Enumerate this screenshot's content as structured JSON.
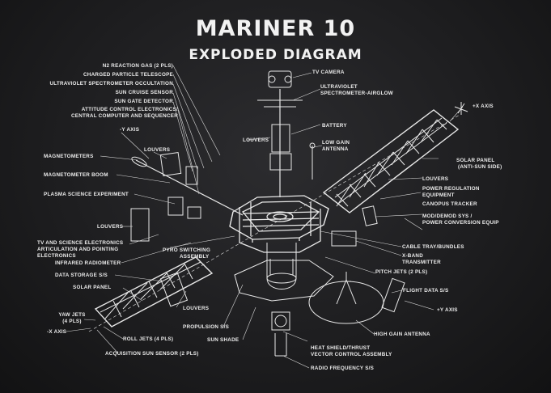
{
  "title": "MARINER 10",
  "subtitle": "EXPLODED DIAGRAM",
  "labels": {
    "n2_gas": "N2 REACTION GAS (2 PLS)",
    "charged_particle": "CHARGED PARTICLE TELESCOPE",
    "uv_occultation": "ULTRAVIOLET SPECTROMETER OCCULTATION",
    "sun_cruise": "SUN CRUISE SENSOR",
    "sun_gate": "SUN GATE DETECTOR",
    "attitude_control": "ATTITUDE CONTROL ELECTRONICS/",
    "central_computer": "CENTRAL COMPUTER AND SEQUENCER",
    "neg_y_axis": "-Y AXIS",
    "louvers_top_left": "LOUVERS",
    "magnetometers": "MAGNETOMETERS",
    "magnetometer_boom": "MAGNETOMETER BOOM",
    "plasma_science": "PLASMA SCIENCE EXPERIMENT",
    "louvers_left": "LOUVERS",
    "tv_science_1": "TV AND SCIENCE ELECTRONICS",
    "tv_science_2": "ARTICULATION AND POINTING",
    "tv_science_3": "ELECTRONICS",
    "infrared": "INFRARED RADIOMETER",
    "pyro_1": "PYRO SWITCHING",
    "pyro_2": "ASSEMBLY",
    "data_storage": "DATA STORAGE S/S",
    "solar_panel_left": "SOLAR PANEL",
    "louvers_bottom": "LOUVERS",
    "yaw_jets_1": "YAW JETS",
    "yaw_jets_2": "(4 PLS)",
    "neg_x_axis": "-X AXIS",
    "roll_jets": "ROLL JETS (4 PLS)",
    "acquisition": "ACQUISITION SUN SENSOR (2 PLS)",
    "propulsion": "PROPULSION S/S",
    "sun_shade": "SUN SHADE",
    "heat_shield_1": "HEAT SHIELD/THRUST",
    "heat_shield_2": "VECTOR CONTROL ASSEMBLY",
    "radio_freq": "RADIO FREQUENCY S/S",
    "tv_camera": "TV CAMERA",
    "uv_airglow_1": "ULTRAVIOLET",
    "uv_airglow_2": "SPECTROMETER-AIRGLOW",
    "louvers_center": "LOUVERS",
    "battery": "BATTERY",
    "low_gain_1": "LOW GAIN",
    "low_gain_2": "ANTENNA",
    "pos_x_axis": "+X AXIS",
    "solar_panel_right_1": "SOLAR PANEL",
    "solar_panel_right_2": "(ANTI-SUN SIDE)",
    "louvers_right": "LOUVERS",
    "power_reg_1": "POWER REGULATION",
    "power_reg_2": "EQUIPMENT",
    "canopus": "CANOPUS TRACKER",
    "moddemod_1": "MOD/DEMOD SYS /",
    "moddemod_2": "POWER CONVERSION EQUIP",
    "cable_tray": "CABLE TRAY/BUNDLES",
    "xband_1": "X-BAND",
    "xband_2": "TRANSMITTER",
    "pitch_jets": "PITCH JETS (2 PLS)",
    "flight_data": "FLIGHT DATA S/S",
    "pos_y_axis": "+Y AXIS",
    "high_gain": "HIGH GAIN ANTENNA"
  }
}
